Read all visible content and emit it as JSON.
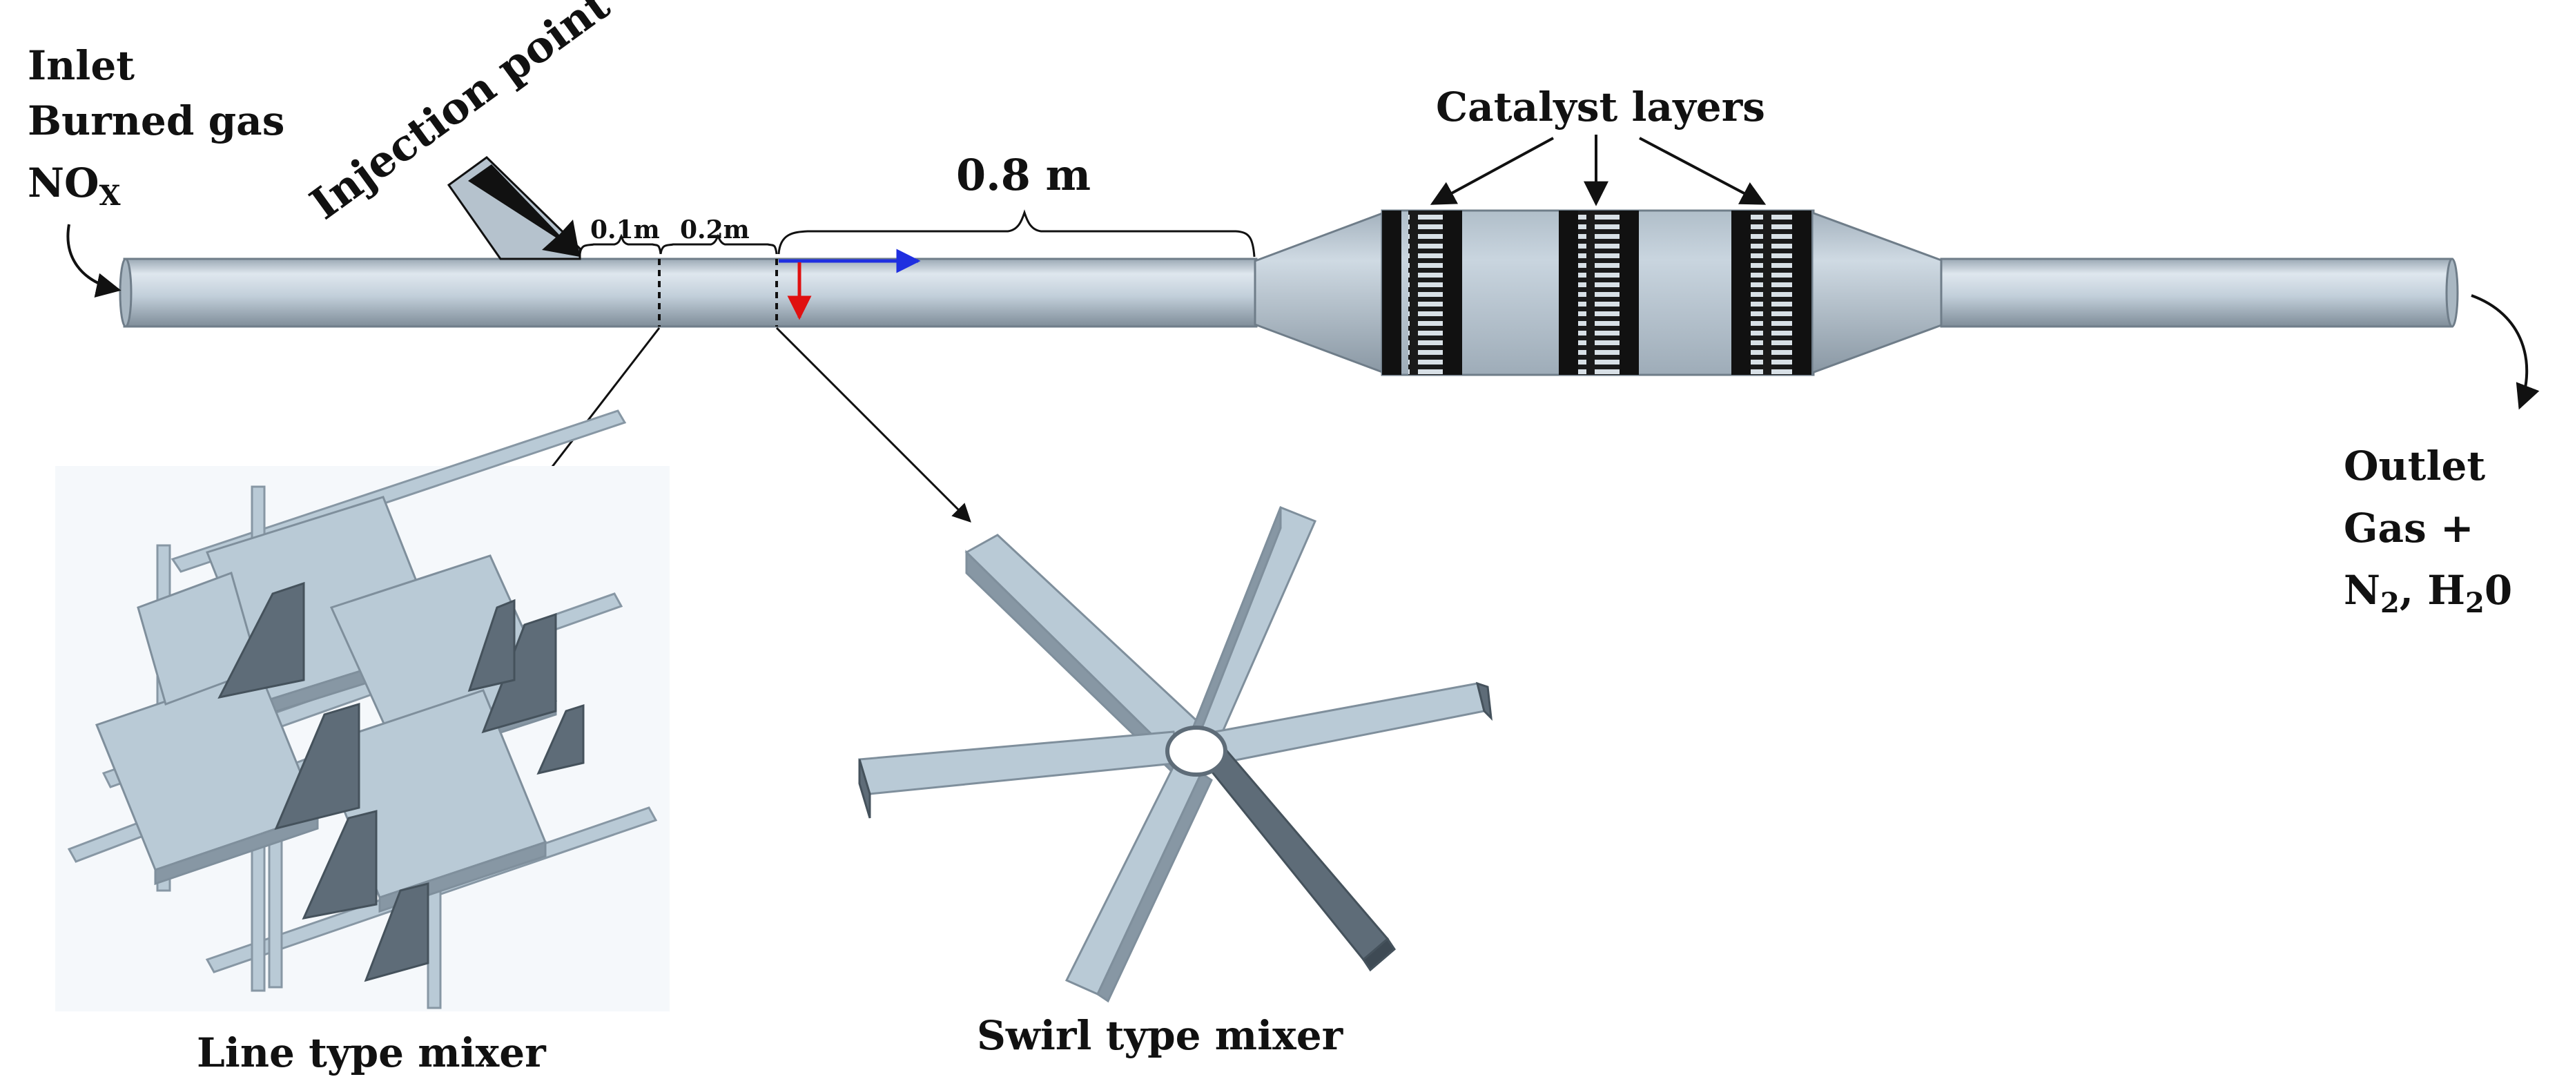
{
  "labels": {
    "inlet_line1": "Inlet",
    "inlet_line2": "Burned gas",
    "inlet_line3_main": "NO",
    "inlet_line3_sub": "X",
    "injection": "Injection point",
    "dist_01": "0.1m",
    "dist_02": "0.2m",
    "dist_08": "0.8 m",
    "catalyst": "Catalyst layers",
    "outlet_line1": "Outlet",
    "outlet_line2": "Gas +",
    "outlet_line3_a": "N",
    "outlet_line3_a_sub": "2",
    "outlet_line3_b": ", H",
    "outlet_line3_b_sub": "2",
    "outlet_line3_c": "0",
    "line_mixer": "Line type mixer",
    "swirl_mixer": "Swirl type mixer"
  },
  "colors": {
    "pipe": "#c4d1dc",
    "pipe_dark": "#8d9ba7",
    "blade_light": "#b9cad6",
    "blade_dark": "#5e6c78",
    "catalyst_black": "#111111",
    "axis_x": "#1f2fe0",
    "axis_y": "#e01010"
  },
  "icons": {
    "injection_arrow": "injection-arrow-icon",
    "flow_arrow": "curved-arrow-icon"
  }
}
